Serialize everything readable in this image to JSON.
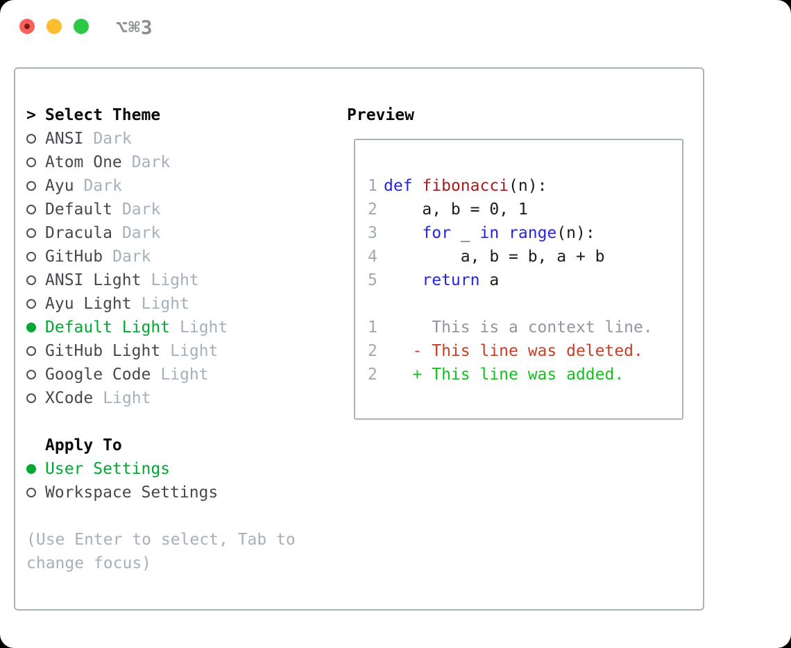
{
  "titlebar": {
    "shortcut_label": "⌥⌘3",
    "buttons": [
      {
        "icon": "close-traffic-light-icon",
        "color": "#f8605a",
        "dot_color": "#7f1b13"
      },
      {
        "icon": "minimize-traffic-light-icon",
        "color": "#fcbd2f"
      },
      {
        "icon": "zoom-traffic-light-icon",
        "color": "#2dc845"
      }
    ]
  },
  "theme_selector": {
    "header_prefix": ">",
    "header": "Select Theme",
    "radio_selected_icon": "filled-circle-icon",
    "radio_unselected_icon": "outline-circle-icon",
    "options": [
      {
        "name": "ANSI",
        "variant": "Dark",
        "selected": false
      },
      {
        "name": "Atom One",
        "variant": "Dark",
        "selected": false
      },
      {
        "name": "Ayu",
        "variant": "Dark",
        "selected": false
      },
      {
        "name": "Default",
        "variant": "Dark",
        "selected": false
      },
      {
        "name": "Dracula",
        "variant": "Dark",
        "selected": false
      },
      {
        "name": "GitHub",
        "variant": "Dark",
        "selected": false
      },
      {
        "name": "ANSI Light",
        "variant": "Light",
        "selected": false
      },
      {
        "name": "Ayu Light",
        "variant": "Light",
        "selected": false
      },
      {
        "name": "Default Light",
        "variant": "Light",
        "selected": true
      },
      {
        "name": "GitHub Light",
        "variant": "Light",
        "selected": false
      },
      {
        "name": "Google Code",
        "variant": "Light",
        "selected": false
      },
      {
        "name": "XCode",
        "variant": "Light",
        "selected": false
      }
    ]
  },
  "apply_to": {
    "header": "Apply To",
    "options": [
      {
        "name": "User Settings",
        "selected": true
      },
      {
        "name": "Workspace Settings",
        "selected": false
      }
    ]
  },
  "help_text": "(Use Enter to select, Tab to change focus)",
  "preview": {
    "header": "Preview",
    "lines": [
      {
        "num": "1",
        "tokens": [
          {
            "t": "def",
            "c": "keyword"
          },
          {
            "t": " ",
            "c": "plain"
          },
          {
            "t": "fibonacci",
            "c": "function"
          },
          {
            "t": "(n):",
            "c": "plain"
          }
        ]
      },
      {
        "num": "2",
        "tokens": [
          {
            "t": "    a, b = 0, 1",
            "c": "plain"
          }
        ]
      },
      {
        "num": "3",
        "tokens": [
          {
            "t": "    ",
            "c": "plain"
          },
          {
            "t": "for",
            "c": "keyword"
          },
          {
            "t": " _ ",
            "c": "plain"
          },
          {
            "t": "in",
            "c": "keyword"
          },
          {
            "t": " ",
            "c": "plain"
          },
          {
            "t": "range",
            "c": "keyword"
          },
          {
            "t": "(n):",
            "c": "plain"
          }
        ]
      },
      {
        "num": "4",
        "tokens": [
          {
            "t": "        a, b = b, a + b",
            "c": "plain"
          }
        ]
      },
      {
        "num": "5",
        "tokens": [
          {
            "t": "    ",
            "c": "plain"
          },
          {
            "t": "return",
            "c": "keyword"
          },
          {
            "t": " a",
            "c": "plain"
          }
        ]
      },
      {
        "num": "",
        "tokens": []
      },
      {
        "num": "1",
        "tokens": [
          {
            "t": "     This is a context line.",
            "c": "context"
          }
        ]
      },
      {
        "num": "2",
        "tokens": [
          {
            "t": "   - This line was deleted.",
            "c": "deleted"
          }
        ]
      },
      {
        "num": "2",
        "tokens": [
          {
            "t": "   + This line was added.",
            "c": "added"
          }
        ]
      }
    ]
  },
  "colors": {
    "panel_border": "#a9b1bc",
    "header_text": "#0a0b0c",
    "option_text": "#45494f",
    "muted_text": "#a6b0bc",
    "selected_green": "#00a831",
    "shortcut_gray": "#8b8e93",
    "code_keyword_blue": "#2424e2",
    "code_function_red": "#a31b1b",
    "code_plain": "#191b1e",
    "diff_context_gray": "#9097a1",
    "diff_deleted_red": "#c43f24",
    "diff_added_green": "#14c11e",
    "line_number_gray": "#9fa9b4"
  }
}
